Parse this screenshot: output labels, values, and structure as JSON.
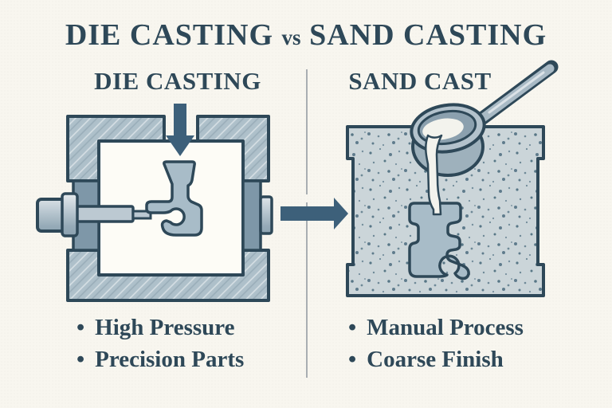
{
  "title": {
    "part1": "DIE CASTING",
    "vs": "vs",
    "part2": "SAND CASTING"
  },
  "left_panel": {
    "heading": "DIE CASTING",
    "bullets": [
      "High Pressure",
      "Precision Parts"
    ]
  },
  "right_panel": {
    "heading": "SAND CAST",
    "bullets": [
      "Manual Process",
      "Coarse Finish"
    ]
  },
  "ui": {
    "bullet_char": "•"
  },
  "icons": {
    "inject_arrow": "down-arrow-icon",
    "flow_arrow": "right-arrow-icon",
    "ladle": "pouring-ladle-icon"
  },
  "colors": {
    "background": "#f8f6ef",
    "ink": "#2e4858",
    "arrow": "#3d607a",
    "die_fill": "#aec0ca",
    "die_dark": "#7e97a8",
    "metal_light": "#bcc9d2",
    "part_fill": "#a8bcc8",
    "cavity": "#fdfcf6",
    "sand_fill": "#cbd5d9",
    "speck": "#30566b",
    "molten": "#f3f3ed",
    "divider": "#a9aeb2",
    "ladle_body": "#9eb1bc",
    "ladle_rim": "#b3c2cc",
    "ladle_inner": "#8ba0ae",
    "handle_fill": "#a9bac5"
  }
}
